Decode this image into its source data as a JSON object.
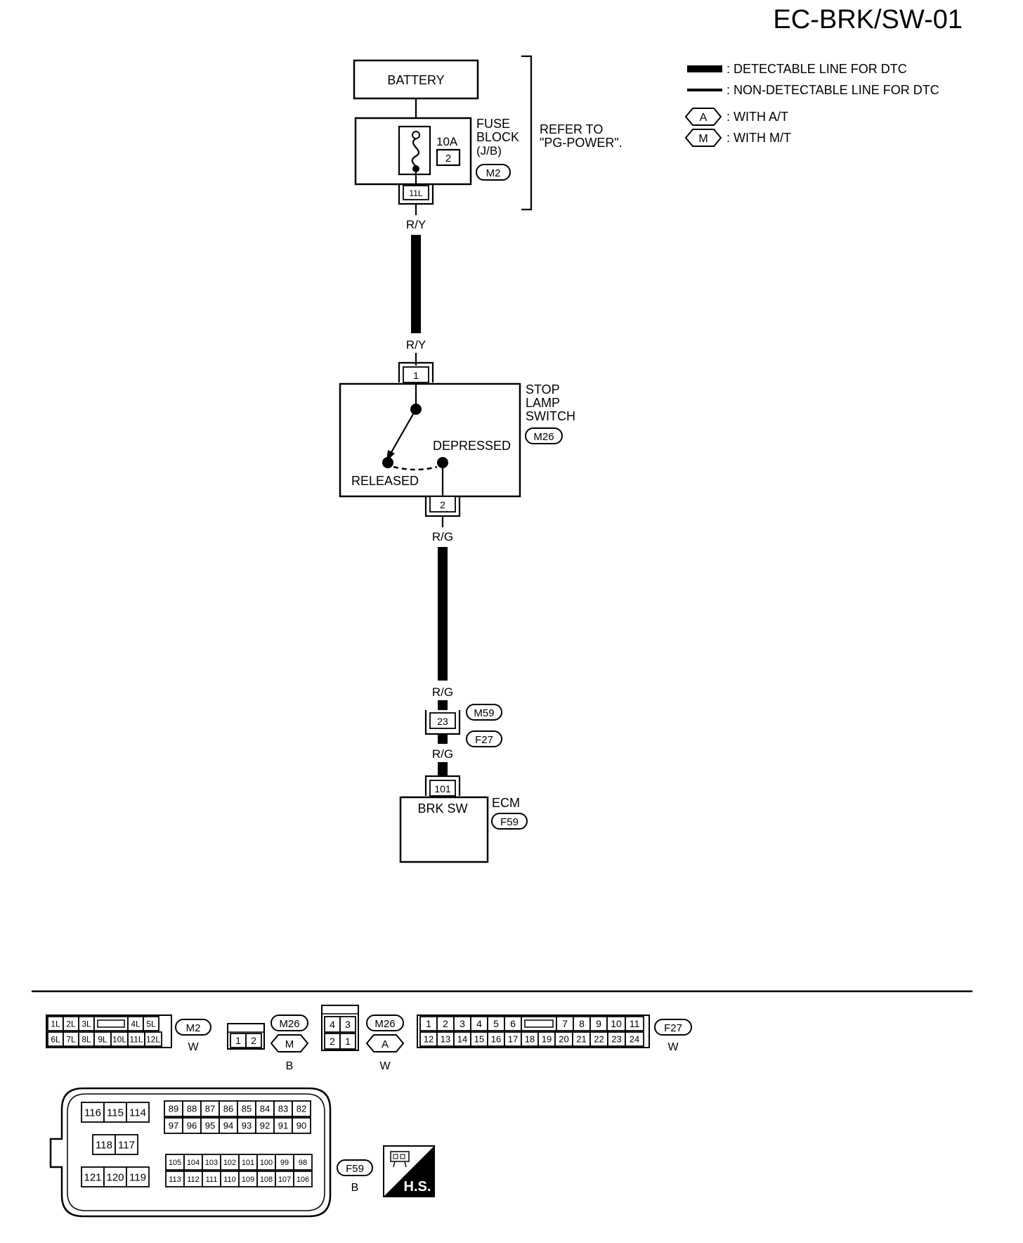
{
  "page_id": "EC-BRK/SW-01",
  "legend": {
    "detectable": ": DETECTABLE LINE FOR DTC",
    "non_detectable": ": NON-DETECTABLE LINE FOR DTC",
    "at_symbol": "A",
    "at_text": ": WITH A/T",
    "mt_symbol": "M",
    "mt_text": ": WITH M/T"
  },
  "battery": "BATTERY",
  "fuse": {
    "rating": "10A",
    "number": "2",
    "label1": "FUSE",
    "label2": "BLOCK",
    "label3": "(J/B)",
    "connector": "M2",
    "terminal": "11L"
  },
  "refer": {
    "line1": "REFER TO",
    "line2": "\"PG-POWER\"."
  },
  "wires": {
    "ry_top": "R/Y",
    "ry_bottom": "R/Y",
    "rg1": "R/G",
    "rg2": "R/G",
    "rg3": "R/G"
  },
  "switch": {
    "label1": "STOP",
    "label2": "LAMP",
    "label3": "SWITCH",
    "connector": "M26",
    "pin_in": "1",
    "pin_out": "2",
    "depressed": "DEPRESSED",
    "released": "RELEASED"
  },
  "junction": {
    "pin": "23",
    "conn_top": "M59",
    "conn_bottom": "F27"
  },
  "ecm": {
    "pin": "101",
    "inner": "BRK SW",
    "label": "ECM",
    "connector": "F59"
  },
  "conn_m2": {
    "name": "M2",
    "color": "W",
    "row1": [
      "1L",
      "2L",
      "3L",
      "",
      "4L",
      "5L"
    ],
    "row2": [
      "6L",
      "7L",
      "8L",
      "9L",
      "10L",
      "11L",
      "12L"
    ]
  },
  "conn_m26_mt": {
    "name": "M26",
    "variant": "M",
    "color": "B",
    "pins": [
      "1",
      "2"
    ]
  },
  "conn_m26_at": {
    "name": "M26",
    "variant": "A",
    "color": "W",
    "row1": [
      "4",
      "3"
    ],
    "row2": [
      "2",
      "1"
    ]
  },
  "conn_f27": {
    "name": "F27",
    "color": "W",
    "row1": [
      "1",
      "2",
      "3",
      "4",
      "5",
      "6",
      "",
      "7",
      "8",
      "9",
      "10",
      "11"
    ],
    "row2": [
      "12",
      "13",
      "14",
      "15",
      "16",
      "17",
      "18",
      "19",
      "20",
      "21",
      "22",
      "23",
      "24"
    ]
  },
  "conn_f59": {
    "name": "F59",
    "color": "B",
    "left_r1": [
      "116",
      "115",
      "114"
    ],
    "left_r2": [
      "118",
      "117"
    ],
    "left_r3": [
      "121",
      "120",
      "119"
    ],
    "right_r1": [
      "89",
      "88",
      "87",
      "86",
      "85",
      "84",
      "83",
      "82"
    ],
    "right_r2": [
      "97",
      "96",
      "95",
      "94",
      "93",
      "92",
      "91",
      "90"
    ],
    "right_r3": [
      "105",
      "104",
      "103",
      "102",
      "101",
      "100",
      "99",
      "98"
    ],
    "right_r4": [
      "113",
      "112",
      "111",
      "110",
      "109",
      "108",
      "107",
      "106"
    ]
  },
  "hs": "H.S."
}
